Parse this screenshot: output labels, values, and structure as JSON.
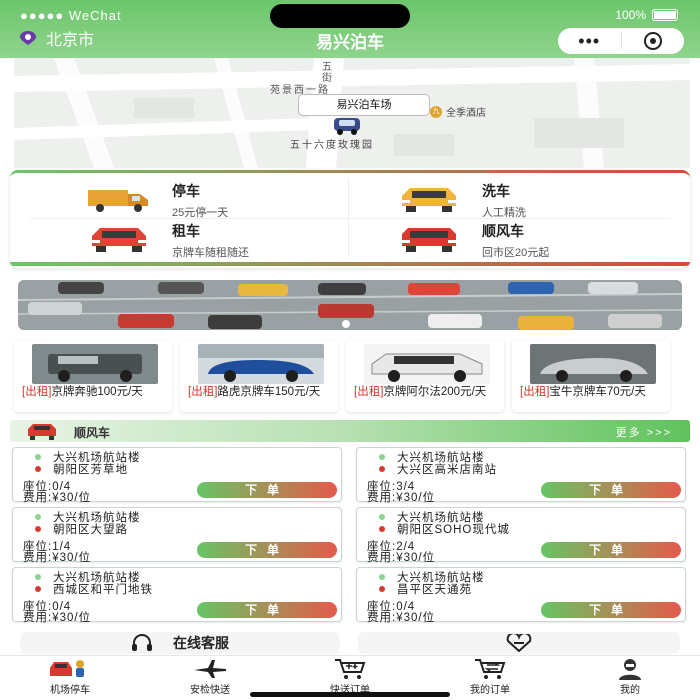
{
  "status_bar": {
    "carrier": "●●●●● WeChat",
    "battery": "100%"
  },
  "header": {
    "city": "北京市",
    "title": "易兴泊车",
    "menu_dots": "•••"
  },
  "map": {
    "callout": "易兴泊车场",
    "road_1": "五",
    "road_2": "街",
    "road_3": "苑景西一路",
    "hotel": "全季酒店",
    "hotel_badge": "九",
    "place": "五十六度玫瑰园"
  },
  "services": [
    {
      "title": "停车",
      "desc": "25元停一天",
      "icon": "parking-truck-icon"
    },
    {
      "title": "洗车",
      "desc": "人工精洗",
      "icon": "car-wash-icon"
    },
    {
      "title": "租车",
      "desc": "京牌车随租随还",
      "icon": "rental-car-icon"
    },
    {
      "title": "顺风车",
      "desc": "回市区20元起",
      "icon": "carpool-car-icon"
    }
  ],
  "rentals": [
    {
      "tag": "[出租]",
      "text": "京牌奔驰100元/天"
    },
    {
      "tag": "[出租]",
      "text": "路虎京牌车150元/天"
    },
    {
      "tag": "[出租]",
      "text": "京牌阿尔法200元/天"
    },
    {
      "tag": "[出租]",
      "text": "宝牛京牌车70元/天"
    }
  ],
  "ride_section": {
    "title": "顺风车",
    "more": "更多 >>>"
  },
  "rides": [
    {
      "from": "大兴机场航站楼",
      "to": "朝阳区芳草地",
      "seats": "座位:0/4",
      "fee": "费用:¥30/位",
      "button": "下单"
    },
    {
      "from": "大兴机场航站楼",
      "to": "大兴区高米店南站",
      "seats": "座位:3/4",
      "fee": "费用:¥30/位",
      "button": "下单"
    },
    {
      "from": "大兴机场航站楼",
      "to": "朝阳区大望路",
      "seats": "座位:1/4",
      "fee": "费用:¥30/位",
      "button": "下单"
    },
    {
      "from": "大兴机场航站楼",
      "to": "朝阳区SOHO现代城",
      "seats": "座位:2/4",
      "fee": "费用:¥30/位",
      "button": "下单"
    },
    {
      "from": "大兴机场航站楼",
      "to": "西城区和平门地铁",
      "seats": "座位:0/4",
      "fee": "费用:¥30/位",
      "button": "下单"
    },
    {
      "from": "大兴机场航站楼",
      "to": "昌平区天通苑",
      "seats": "座位:0/4",
      "fee": "费用:¥30/位",
      "button": "下单"
    }
  ],
  "support": {
    "online_service": "在线客服"
  },
  "tabs": [
    {
      "label": "机场停车",
      "icon": "airport-parking-icon",
      "active": true
    },
    {
      "label": "安检快送",
      "icon": "airplane-icon"
    },
    {
      "label": "快送订单",
      "icon": "cart-icon"
    },
    {
      "label": "我的订单",
      "icon": "cart-exchange-icon"
    },
    {
      "label": "我的",
      "icon": "profile-icon"
    }
  ],
  "colors": {
    "brand_green": "#6cc66a",
    "accent_red": "#d8352a",
    "dot_green": "#8ed48b",
    "dot_red": "#d83a2e"
  }
}
